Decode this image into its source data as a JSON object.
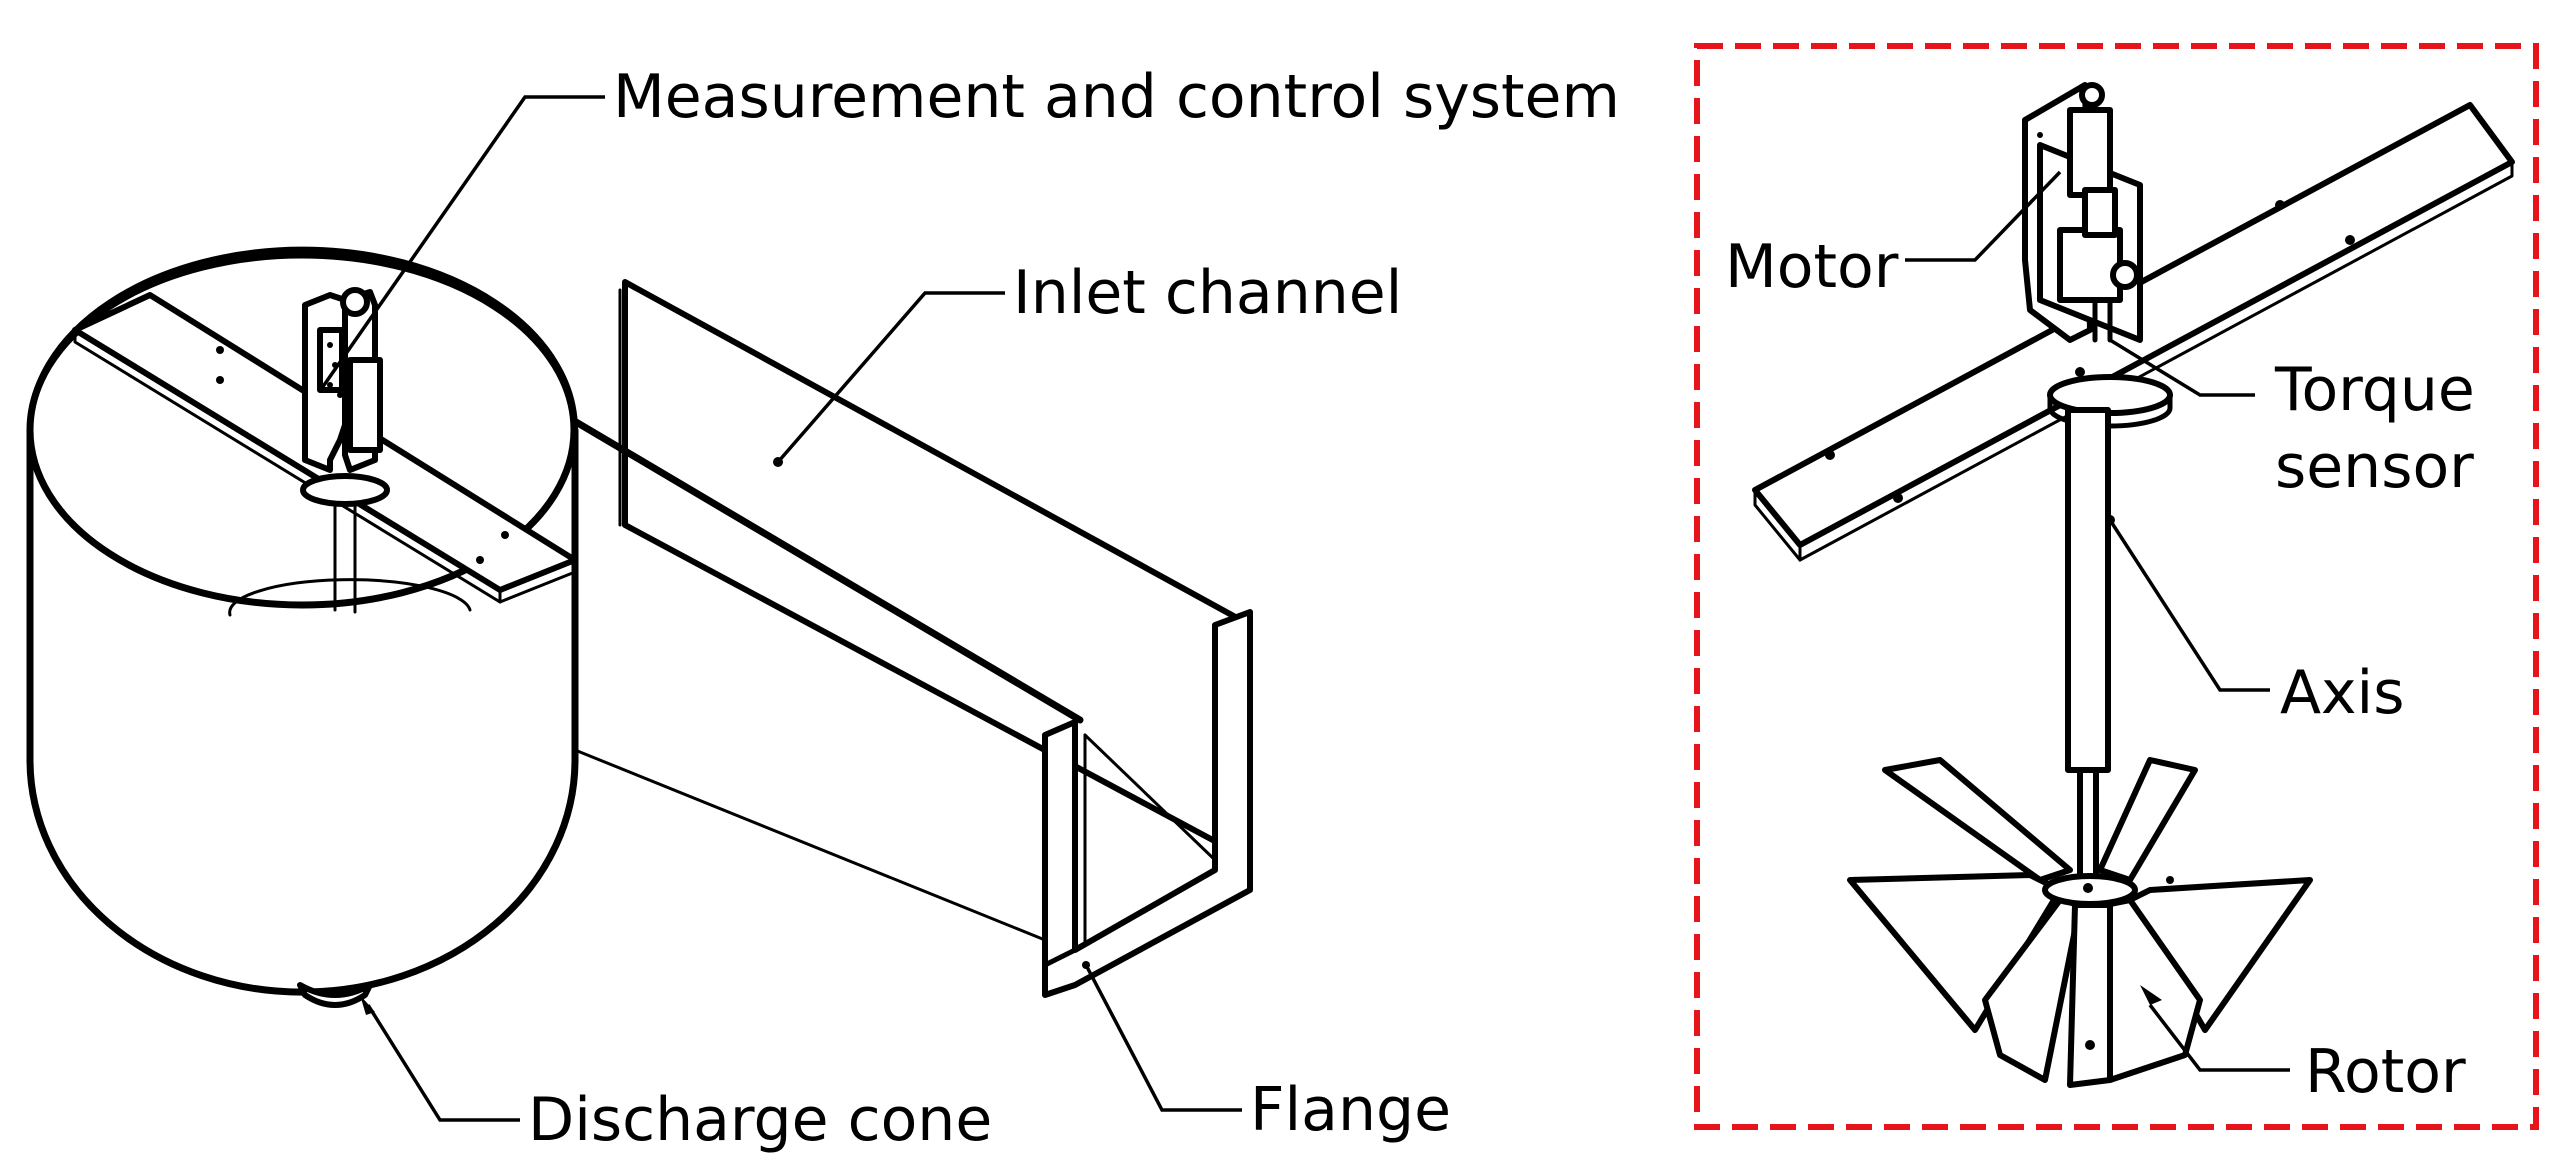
{
  "colors": {
    "line": "#000000",
    "detail_frame": "#e8141b",
    "background": "#ffffff"
  },
  "labels": {
    "measurement_and_control_system": "Measurement and control system",
    "inlet_channel": "Inlet channel",
    "discharge_cone": "Discharge cone",
    "flange": "Flange",
    "motor": "Motor",
    "torque_sensor_line1": "Torque",
    "torque_sensor_line2": "sensor",
    "axis": "Axis",
    "rotor": "Rotor"
  }
}
